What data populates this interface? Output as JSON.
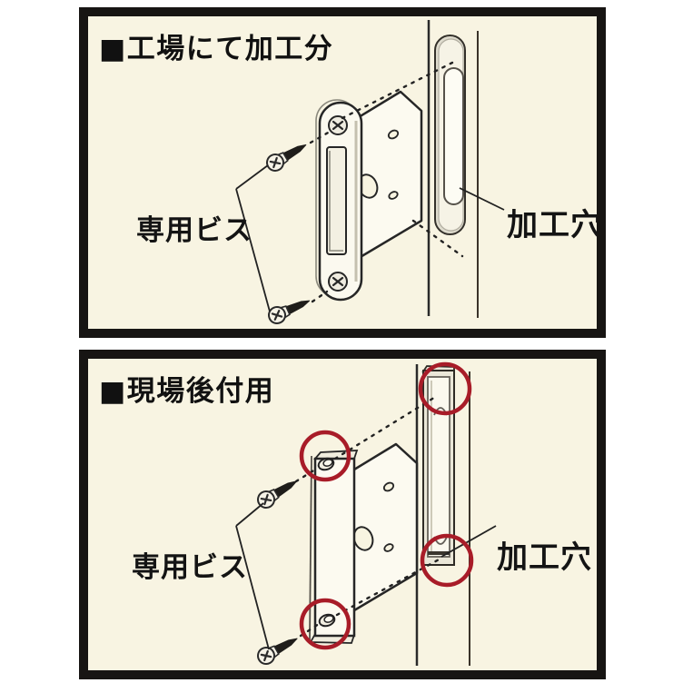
{
  "page": {
    "background": "#ffffff"
  },
  "colors": {
    "panel_background": "#f8f4e2",
    "frame_border": "#171513",
    "line_art": "#262626",
    "highlight_red": "#a81c28",
    "metal_shade": "#dedbcd",
    "text": "#141414"
  },
  "panels": [
    {
      "id": "factory-machined",
      "title": "■工場にて加工分",
      "labels": {
        "screws": "専用ビス",
        "hole": "加工穴"
      }
    },
    {
      "id": "onsite-retrofit",
      "title": "■現場後付用",
      "labels": {
        "screws": "専用ビス",
        "hole": "加工穴"
      }
    }
  ]
}
